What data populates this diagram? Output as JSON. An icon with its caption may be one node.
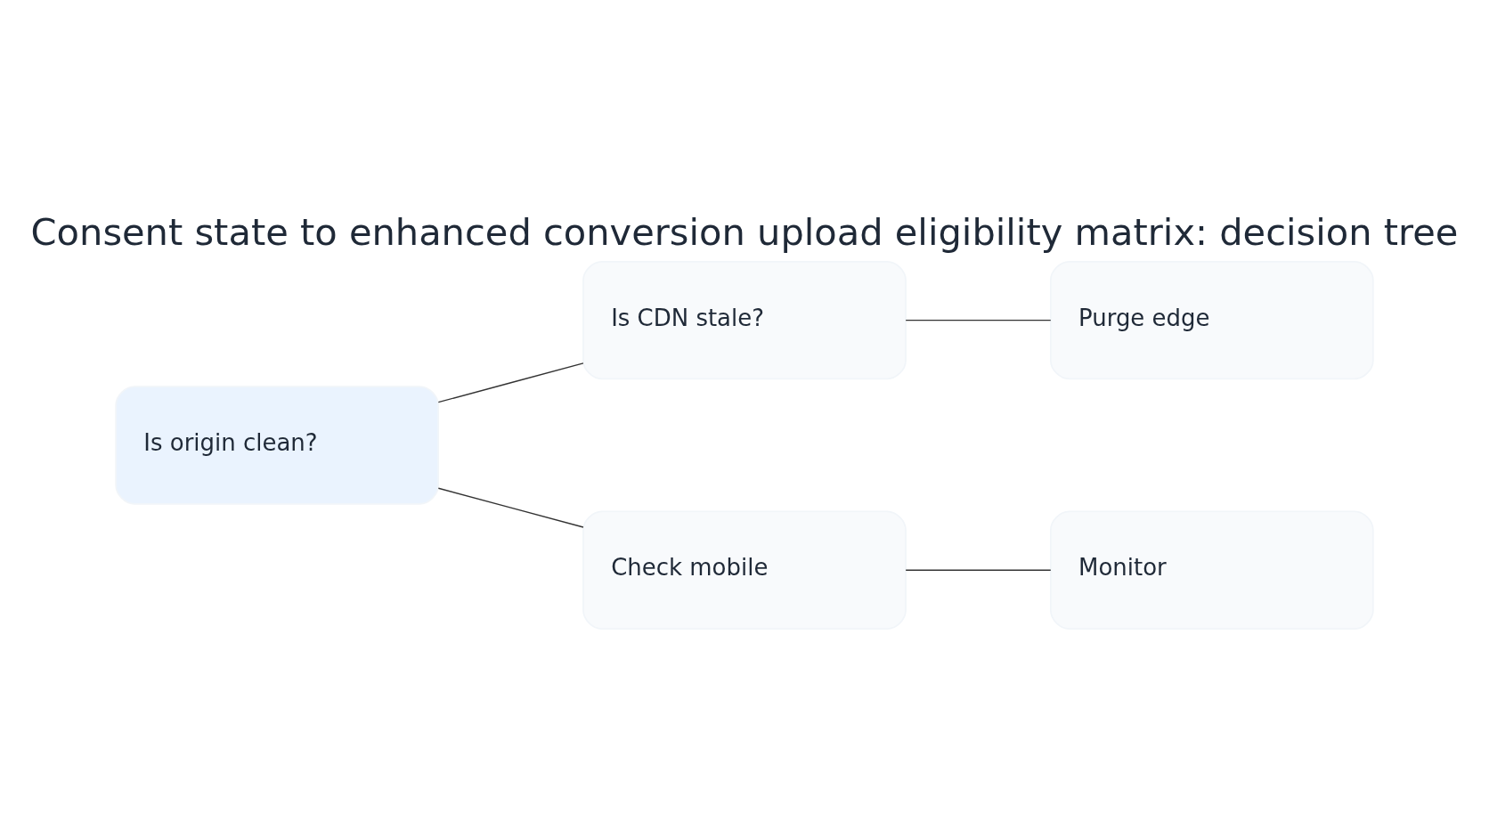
{
  "diagram": {
    "title": "Consent state to enhanced conversion upload eligibility matrix: decision tree",
    "nodes": [
      {
        "text": [
          "Is origin clean?"
        ]
      },
      {
        "text": [
          "Is CDN stale?"
        ]
      },
      {
        "text": [
          "Purge edge"
        ]
      },
      {
        "text": [
          "Check mobile"
        ]
      },
      {
        "text": [
          "Monitor"
        ]
      }
    ],
    "edges": [
      {
        "from": 0,
        "to": 1,
        "arrow": "none"
      },
      {
        "from": 1,
        "to": 2,
        "arrow": "none"
      },
      {
        "from": 0,
        "to": 3,
        "arrow": "none"
      },
      {
        "from": 3,
        "to": 4,
        "arrow": "none"
      }
    ]
  }
}
